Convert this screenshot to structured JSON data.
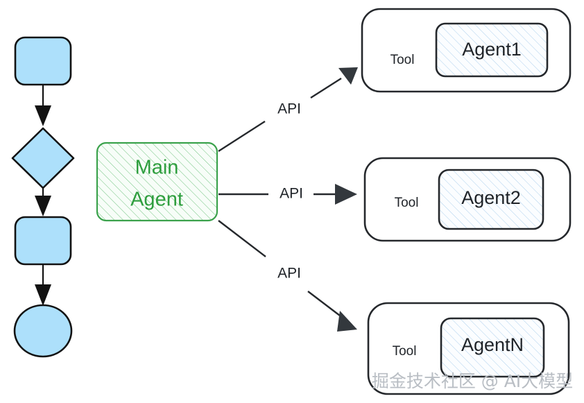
{
  "diagram": {
    "title": "Main Agent orchestration diagram",
    "colors": {
      "flow_shape_fill": "#ade0fb",
      "flow_shape_stroke": "#121212",
      "main_agent_stroke": "#3ba24c",
      "main_agent_text": "#2e9e3e",
      "main_agent_hatch": "#6fc47d",
      "agent_hatch": "#a8cdee",
      "tool_box_stroke": "#25282c",
      "watermark": "#b9bec4"
    },
    "left_flow": {
      "name": "vertical-flowchart",
      "nodes": [
        {
          "id": "node-rect-top",
          "shape": "rounded-rect",
          "label": ""
        },
        {
          "id": "node-diamond",
          "shape": "diamond",
          "label": ""
        },
        {
          "id": "node-rect-bottom",
          "shape": "rounded-rect",
          "label": ""
        },
        {
          "id": "node-ellipse",
          "shape": "ellipse",
          "label": ""
        }
      ],
      "connectors": [
        {
          "from": "node-rect-top",
          "to": "node-diamond",
          "label": ""
        },
        {
          "from": "node-diamond",
          "to": "node-rect-bottom",
          "label": ""
        },
        {
          "from": "node-rect-bottom",
          "to": "node-ellipse",
          "label": ""
        }
      ]
    },
    "main_agent": {
      "name": "main-agent-node",
      "line1": "Main",
      "line2": "Agent"
    },
    "api_edges": [
      {
        "id": "api-edge-agent1",
        "label": "API",
        "target": "Agent1"
      },
      {
        "id": "api-edge-agent2",
        "label": "API",
        "target": "Agent2"
      },
      {
        "id": "api-edge-agentn",
        "label": "API",
        "target": "AgentN"
      }
    ],
    "tools": [
      {
        "id": "tool-agent1",
        "tool_label": "Tool",
        "agent_label": "Agent1"
      },
      {
        "id": "tool-agent2",
        "tool_label": "Tool",
        "agent_label": "Agent2"
      },
      {
        "id": "tool-agentn",
        "tool_label": "Tool",
        "agent_label": "AgentN"
      }
    ],
    "watermark": "掘金技术社区 @ AI大模型"
  }
}
